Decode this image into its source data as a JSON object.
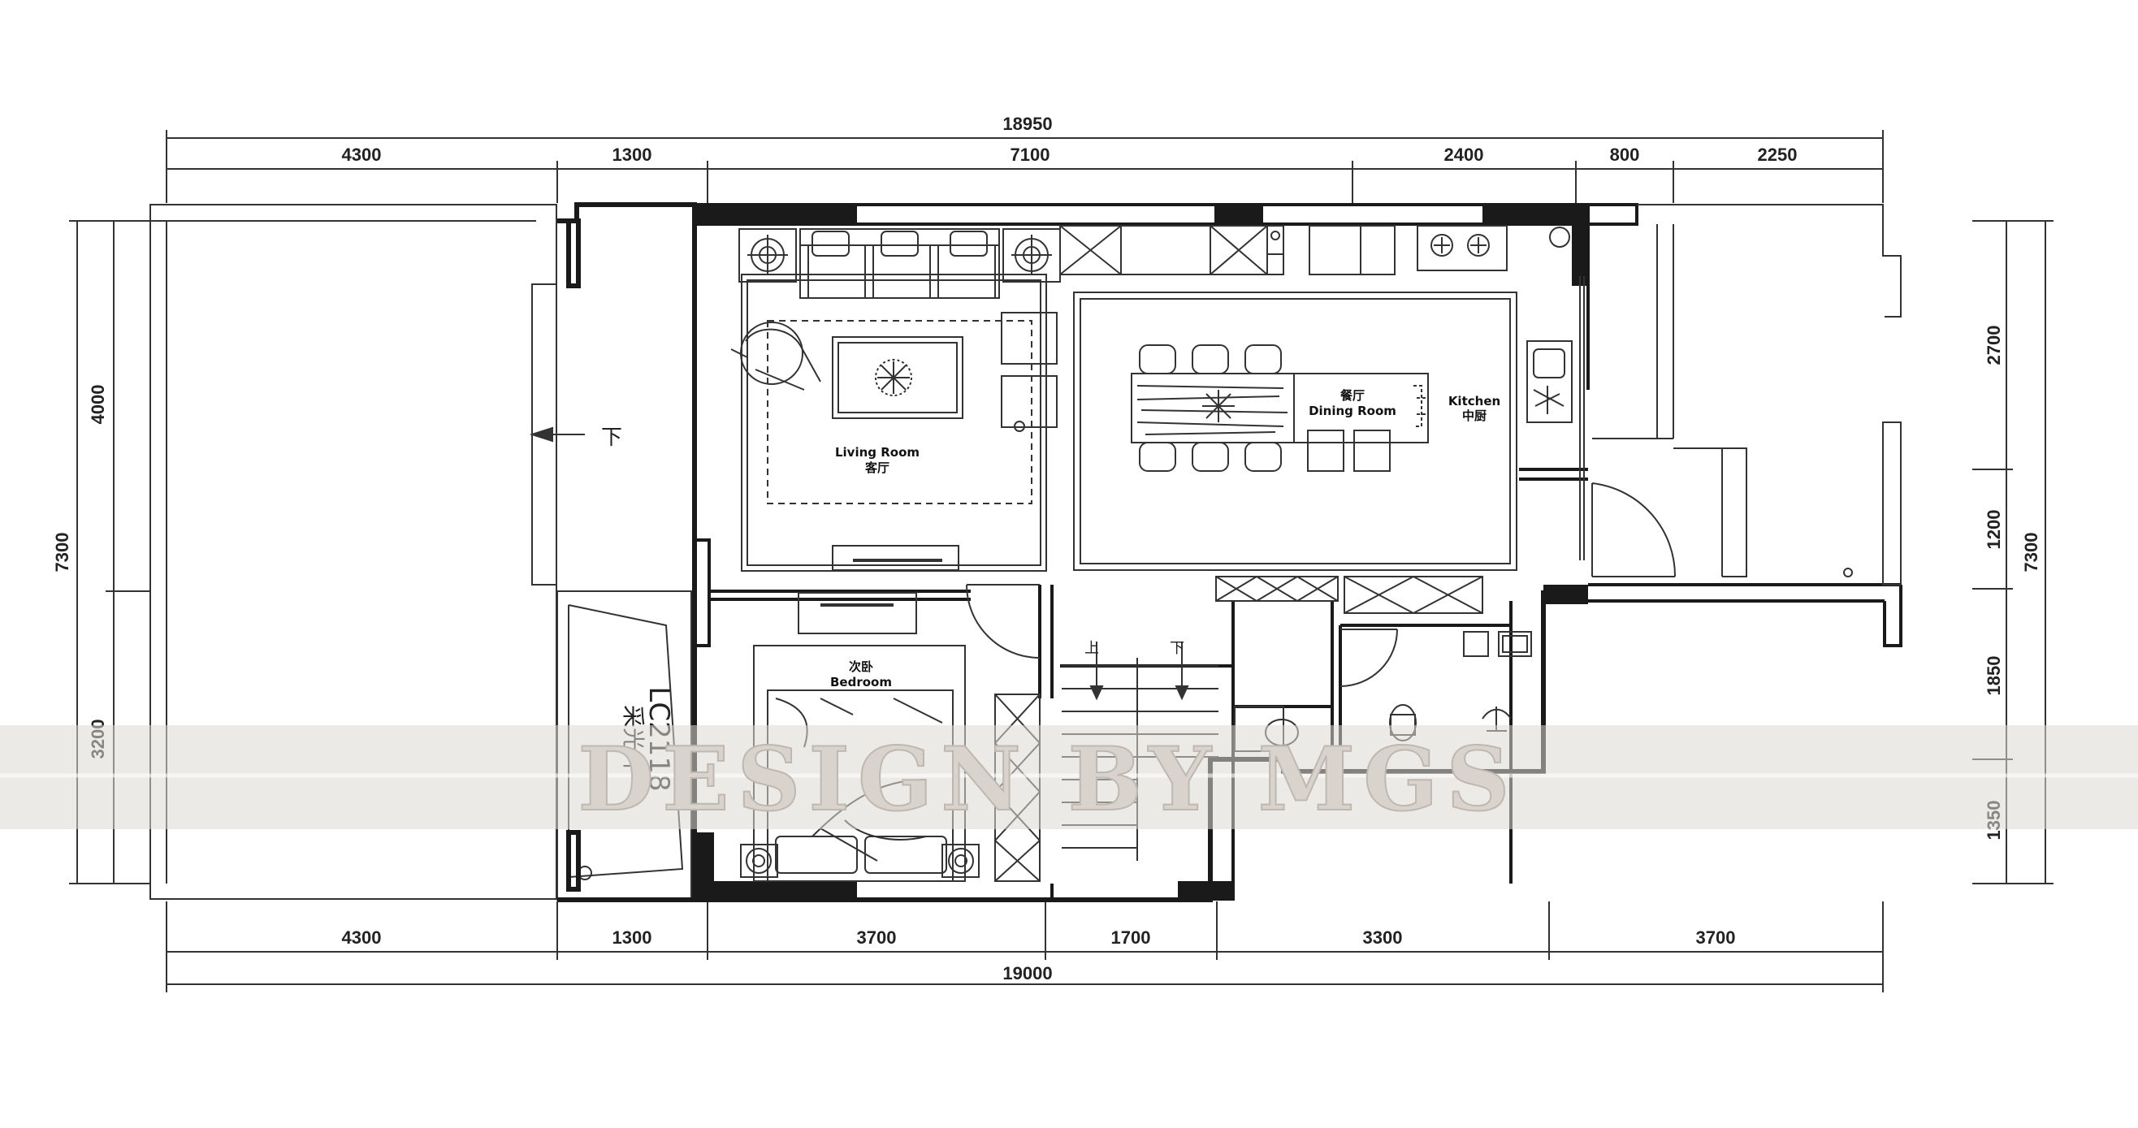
{
  "dimensions": {
    "top_total": "18950",
    "top": [
      "4300",
      "1300",
      "7100",
      "2400",
      "800",
      "2250"
    ],
    "bottom": [
      "4300",
      "1300",
      "3700",
      "1700",
      "3300",
      "3700"
    ],
    "bottom_total": "19000",
    "left_total": "7300",
    "left": [
      "4000",
      "3200"
    ],
    "right_total": "7300",
    "right": [
      "2700",
      "1200",
      "1850",
      "1350"
    ]
  },
  "rooms": {
    "living_en": "Living Room",
    "living_cn": "客厅",
    "dining_cn": "餐厅",
    "dining_en": "Dining Room",
    "kitchen_en": "Kitchen",
    "kitchen_cn": "中厨",
    "bedroom_cn": "次卧",
    "bedroom_en": "Bedroom"
  },
  "annotations": {
    "down_arrow_left": "下",
    "window_code": "LC2118",
    "well_label": "采光井",
    "stair_up": "上",
    "stair_down": "下"
  },
  "watermark": "DESIGN BY MGS",
  "colors": {
    "wall": "#1a1a1a",
    "line": "#333333",
    "band": "#dcd8d3",
    "watermark": "#d9d3cd"
  }
}
